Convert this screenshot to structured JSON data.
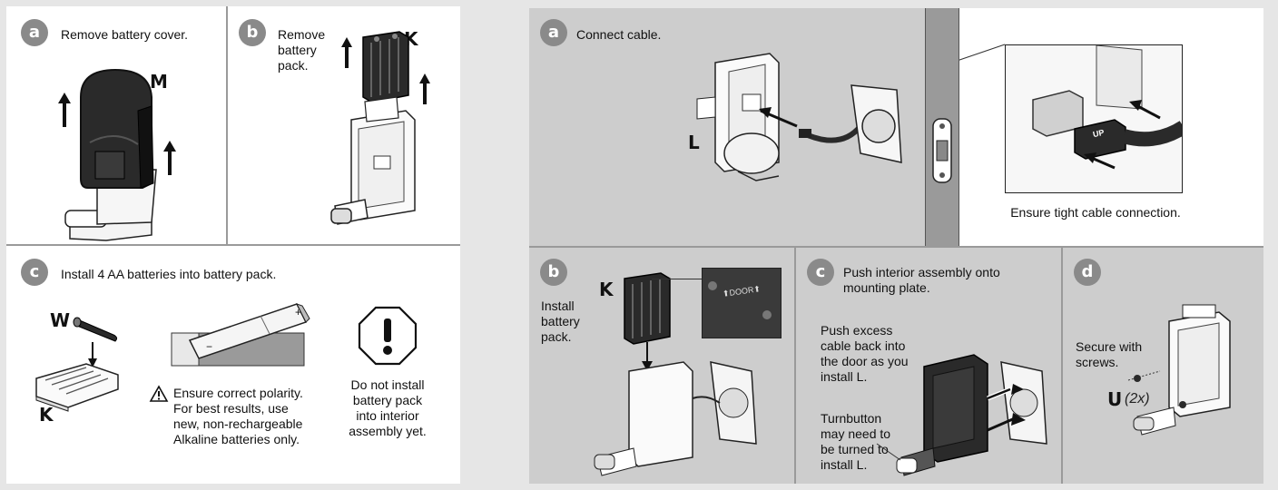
{
  "left_page": {
    "panel_a": {
      "badge": "a",
      "instruction": "Remove battery cover.",
      "part_label": "M"
    },
    "panel_b": {
      "badge": "b",
      "instruction_lines": [
        "Remove",
        "battery",
        "pack."
      ],
      "part_label": "K"
    },
    "panel_c": {
      "badge": "c",
      "instruction": "Install 4 AA batteries into battery pack.",
      "part_label_battery": "W",
      "part_label_pack": "K",
      "battery_plus": "+",
      "battery_minus": "−",
      "warning_lines": [
        "Ensure correct polarity.",
        "For best results, use",
        "new, non-rechargeable",
        "Alkaline batteries only."
      ],
      "caution_lines": [
        "Do not install",
        "battery pack",
        "into interior",
        "assembly yet."
      ]
    }
  },
  "right_page": {
    "panel_a": {
      "badge": "a",
      "instruction": "Connect cable.",
      "part_label": "L",
      "plug_label": "UP",
      "note": "Ensure tight cable connection."
    },
    "panel_b": {
      "badge": "b",
      "instruction_lines": [
        "Install",
        "battery",
        "pack."
      ],
      "part_label": "K",
      "door_label": "⬆DOOR⬆"
    },
    "panel_c": {
      "badge": "c",
      "instruction_lines": [
        "Push interior assembly onto",
        "mounting plate."
      ],
      "note1_lines": [
        "Push excess",
        "cable back into",
        "the door as you",
        "install L."
      ],
      "note2_lines": [
        "Turnbutton",
        "may need to",
        "be turned to",
        "install L."
      ]
    },
    "panel_d": {
      "badge": "d",
      "instruction_lines": [
        "Secure with",
        "screws."
      ],
      "part_label": "U",
      "quantity": "(2x)"
    }
  },
  "colors": {
    "badge": "#8a8a8a",
    "panel_grey": "#cdcdcd",
    "panel_white": "#ffffff",
    "device_dark": "#2a2a2a"
  }
}
